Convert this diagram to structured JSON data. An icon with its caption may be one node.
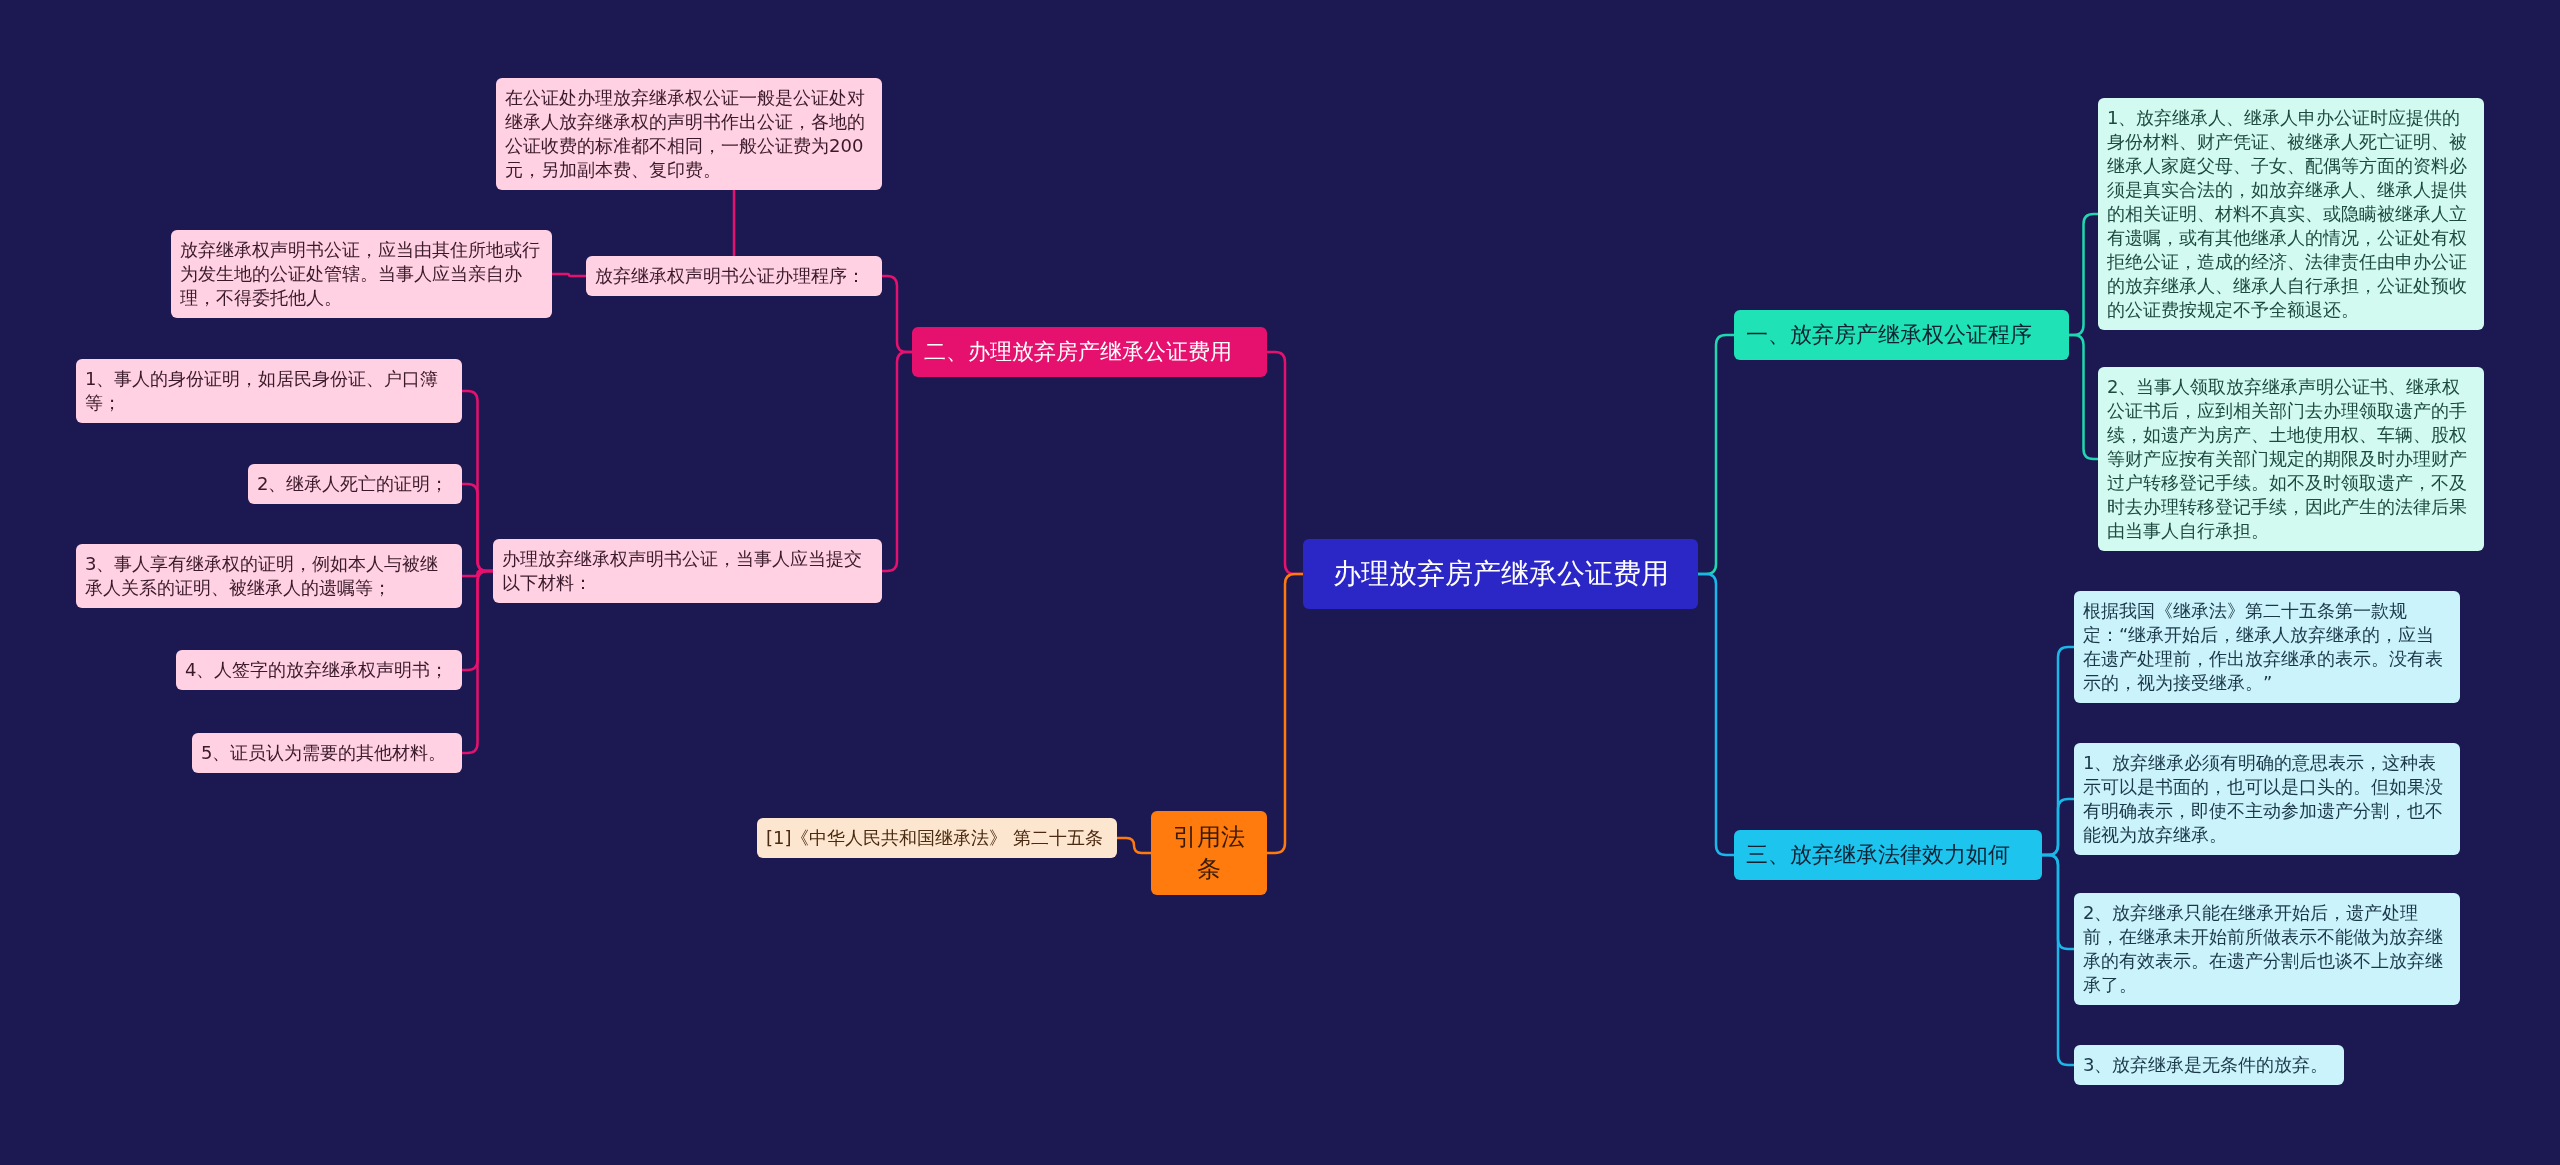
{
  "diagram": {
    "nodes": [
      {
        "text": [
          "办理放弃房产继承公证费用"
        ]
      },
      {
        "text": [
          "一、放弃房产继承权公证程序"
        ]
      },
      {
        "text": [
          "1、放弃继承人、继承人申办公证时应提供的身份材料、财产凭证、被继承人死亡证明、被继承人家庭父母、子女、配偶等方面的资料必须是真实合法的，如放弃继承人、继承人提供的相关证明、材料不真实、或隐瞒被继承人立有遗嘱，或有其他继承人的情况，公证处有权拒绝公证，造成的经济、法律责任由申办公证的放弃继承人、继承人自行承担，公证处预收的公证费按规定不予全额退还。"
        ]
      },
      {
        "text": [
          "2、当事人领取放弃继承声明公证书、继承权公证书后，应到相关部门去办理领取遗产的手续，如遗产为房产、土地使用权、车辆、股权等财产应按有关部门规定的期限及时办理财产过户转移登记手续。如不及时领取遗产，不及时去办理转移登记手续，因此产生的法律后果由当事人自行承担。"
        ]
      },
      {
        "text": [
          "三、放弃继承法律效力如何"
        ]
      },
      {
        "text": [
          "根据我国《继承法》第二十五条第一款规定：“继承开始后，继承人放弃继承的，应当在遗产处理前，作出放弃继承的表示。没有表示的，视为接受继承。”"
        ]
      },
      {
        "text": [
          "1、放弃继承必须有明确的意思表示，这种表示可以是书面的，也可以是口头的。但如果没有明确表示，即使不主动参加遗产分割，也不能视为放弃继承。"
        ]
      },
      {
        "text": [
          "2、放弃继承只能在继承开始后，遗产处理前，在继承未开始前所做表示不能做为放弃继承的有效表示。在遗产分割后也谈不上放弃继承了。"
        ]
      },
      {
        "text": [
          "3、放弃继承是无条件的放弃。"
        ]
      },
      {
        "text": [
          "二、办理放弃房产继承公证费用"
        ]
      },
      {
        "text": [
          "放弃继承权声明书公证办理程序："
        ]
      },
      {
        "text": [
          "在公证处办理放弃继承权公证一般是公证处对继承人放弃继承权的声明书作出公证，各地的公证收费的标准都不相同，一般公证费为200元，另加副本费、复印费。"
        ]
      },
      {
        "text": [
          "放弃继承权声明书公证，应当由其住所地或行为发生地的公证处管辖。当事人应当亲自办理，不得委托他人。"
        ]
      },
      {
        "text": [
          "办理放弃继承权声明书公证，当事人应当提交以下材料："
        ]
      },
      {
        "text": [
          "1、事人的身份证明，如居民身份证、户口簿等；"
        ]
      },
      {
        "text": [
          "2、继承人死亡的证明；"
        ]
      },
      {
        "text": [
          "3、事人享有继承权的证明，例如本人与被继承人关系的证明、被继承人的遗嘱等；"
        ]
      },
      {
        "text": [
          "4、人签字的放弃继承权声明书；"
        ]
      },
      {
        "text": [
          "5、证员认为需要的其他材料。"
        ]
      },
      {
        "text": [
          "引用法条"
        ]
      },
      {
        "text": [
          "[1]《中华人民共和国继承法》 第二十五条"
        ]
      }
    ],
    "edges": [
      {
        "from": 0,
        "to": 1,
        "arrow": "none",
        "color": "#1fd8b0"
      },
      {
        "from": 1,
        "to": 2,
        "arrow": "none",
        "color": "#1fd8b0"
      },
      {
        "from": 1,
        "to": 3,
        "arrow": "none",
        "color": "#1fd8b0"
      },
      {
        "from": 0,
        "to": 4,
        "arrow": "none",
        "color": "#1ab8e8"
      },
      {
        "from": 4,
        "to": 5,
        "arrow": "none",
        "color": "#1ab8e8"
      },
      {
        "from": 4,
        "to": 6,
        "arrow": "none",
        "color": "#1ab8e8"
      },
      {
        "from": 4,
        "to": 7,
        "arrow": "none",
        "color": "#1ab8e8"
      },
      {
        "from": 4,
        "to": 8,
        "arrow": "none",
        "color": "#1ab8e8"
      },
      {
        "from": 0,
        "to": 9,
        "arrow": "none"
      },
      {
        "from": 9,
        "to": 10,
        "arrow": "none"
      },
      {
        "from": 10,
        "to": 11,
        "arrow": "none"
      },
      {
        "from": 10,
        "to": 12,
        "arrow": "none"
      },
      {
        "from": 9,
        "to": 13,
        "arrow": "none"
      },
      {
        "from": 13,
        "to": 14,
        "arrow": "none"
      },
      {
        "from": 13,
        "to": 15,
        "arrow": "none"
      },
      {
        "from": 13,
        "to": 16,
        "arrow": "none"
      },
      {
        "from": 13,
        "to": 17,
        "arrow": "none"
      },
      {
        "from": 13,
        "to": 18,
        "arrow": "none"
      },
      {
        "from": 0,
        "to": 19,
        "arrow": "none",
        "color": "#ff7a0d"
      },
      {
        "from": 19,
        "to": 20,
        "arrow": "none",
        "color": "#ff7a0d"
      }
    ]
  }
}
